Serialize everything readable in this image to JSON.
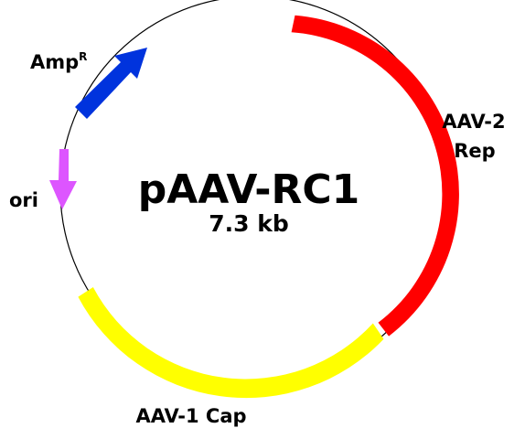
{
  "plasmid": {
    "name": "pAAV-RC1",
    "size": "7.3 kb"
  },
  "features": {
    "rep": {
      "label_line1": "AAV-2",
      "label_line2": "Rep",
      "color": "#ff0000"
    },
    "cap": {
      "label": "AAV-1 Cap",
      "color": "#ffff00"
    },
    "ampr": {
      "label": "Amp",
      "label_superscript": "R",
      "color": "#0033dd"
    },
    "ori": {
      "label": "ori",
      "color": "#dd55ff"
    }
  },
  "backbone_color": "#000000"
}
